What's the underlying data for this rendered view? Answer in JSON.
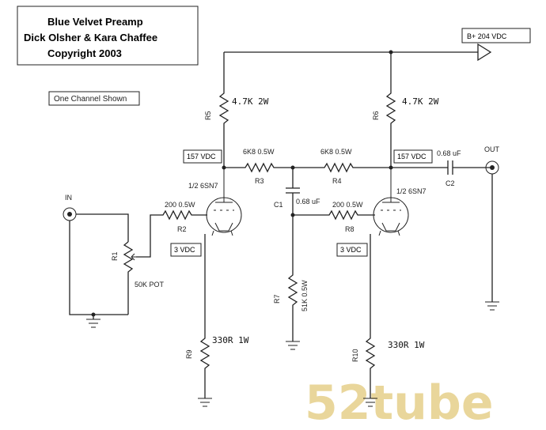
{
  "title": {
    "line1": "Blue Velvet Preamp",
    "line2": "Dick Olsher & Kara Chaffee",
    "line3": "Copyright 2003"
  },
  "note": "One Channel Shown",
  "supply": "B+ 204 VDC",
  "resistors": {
    "r5": {
      "ref": "R5",
      "value": "4.7K 2W"
    },
    "r6": {
      "ref": "R6",
      "value": "4.7K 2W"
    },
    "r3": {
      "ref": "R3",
      "value": "6K8 0.5W"
    },
    "r4": {
      "ref": "R4",
      "value": "6K8 0.5W"
    },
    "r2": {
      "ref": "R2",
      "value": "200 0.5W"
    },
    "r8": {
      "ref": "R8",
      "value": "200 0.5W"
    },
    "r7": {
      "ref": "R7",
      "value": "51K 0.5W"
    },
    "r9": {
      "ref": "R9",
      "value": "330R 1W"
    },
    "r10": {
      "ref": "R10",
      "value": "330R 1W"
    },
    "r1": {
      "ref": "R1",
      "value": "50K POT"
    }
  },
  "capacitors": {
    "c1": {
      "ref": "C1",
      "value": "0.68 uF"
    },
    "c2": {
      "ref": "C2",
      "value": "0.68 uF"
    }
  },
  "tubes": {
    "v1": "1/2 6SN7",
    "v2": "1/2 6SN7"
  },
  "voltages": {
    "plate1": "157 VDC",
    "plate2": "157 VDC",
    "cathode1": "3 VDC",
    "cathode2": "3 VDC"
  },
  "ports": {
    "in": "IN",
    "out": "OUT"
  },
  "watermark": "52tube"
}
